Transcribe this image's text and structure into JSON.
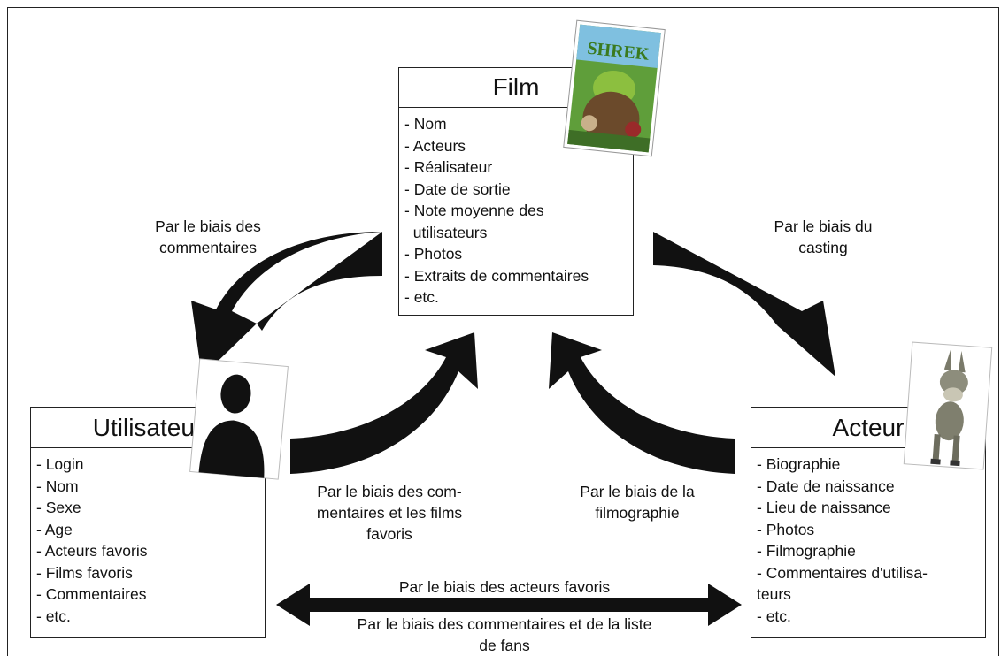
{
  "film": {
    "title": "Film",
    "attributes": [
      "- Nom",
      "- Acteurs",
      "- Réalisateur",
      "- Date de sortie",
      "- Note moyenne des",
      "  utilisateurs",
      "- Photos",
      "- Extraits de commentaires",
      "- etc."
    ],
    "poster_text": "SHREK"
  },
  "user": {
    "title": "Utilisateur",
    "attributes": [
      "- Login",
      "- Nom",
      "- Sexe",
      "- Age",
      "- Acteurs favoris",
      "- Films favoris",
      "- Commentaires",
      "- etc."
    ]
  },
  "actor": {
    "title": "Acteur",
    "attributes": [
      "- Biographie",
      "- Date de naissance",
      "- Lieu de naissance",
      "- Photos",
      "- Filmographie",
      "- Commentaires d'utilisa-",
      "teurs",
      "- etc."
    ]
  },
  "arrows": {
    "film_to_user": [
      "Par le biais des",
      "commentaires"
    ],
    "film_to_actor": [
      "Par le biais du",
      "casting"
    ],
    "user_to_film": [
      "Par le biais des com-",
      "mentaires et les films",
      "favoris"
    ],
    "actor_to_film": [
      "Par le biais de la",
      "filmographie"
    ],
    "user_actor_top": "Par le biais des acteurs favoris",
    "user_actor_bottom": [
      "Par le biais des commentaires et de la liste",
      "de fans"
    ]
  },
  "icons": {
    "poster": "movie-poster-icon",
    "user_silhouette": "user-silhouette-icon",
    "donkey": "donkey-character-icon"
  },
  "colors": {
    "arrow": "#111111",
    "border": "#222222",
    "poster_green": "#6fae3a"
  }
}
